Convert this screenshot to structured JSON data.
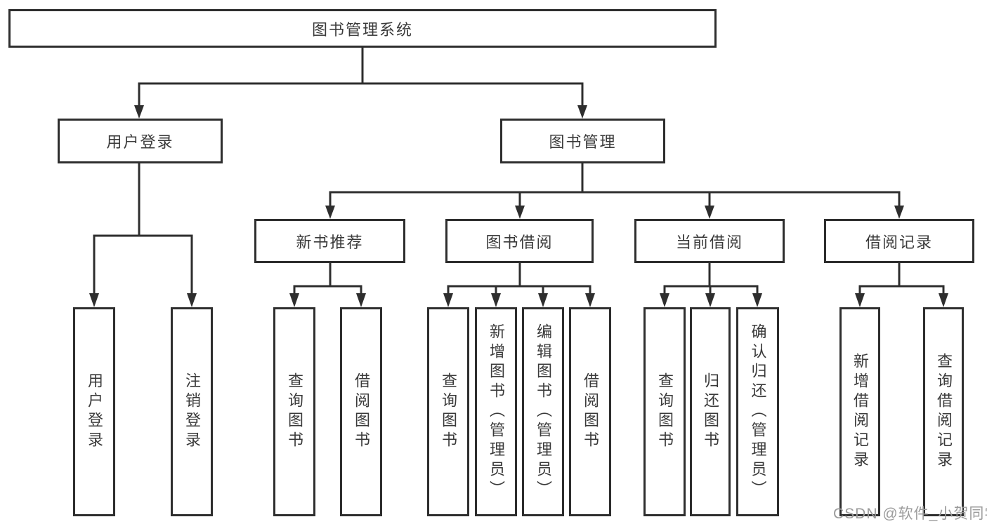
{
  "colors": {
    "line": "#2e2e2e",
    "border": "#2e2e2e",
    "text": "#3a3a3a",
    "background": "#ffffff",
    "watermark": "#9b9b9b"
  },
  "watermark": {
    "text": "CSDN @软件_小贺同学"
  },
  "tree": {
    "label": "图书管理系统",
    "children": [
      {
        "label": "用户登录",
        "children": [
          {
            "label": "用户登录"
          },
          {
            "label": "注销登录"
          }
        ]
      },
      {
        "label": "图书管理",
        "children": [
          {
            "label": "新书推荐",
            "children": [
              {
                "label": "查询图书"
              },
              {
                "label": "借阅图书"
              }
            ]
          },
          {
            "label": "图书借阅",
            "children": [
              {
                "label": "查询图书"
              },
              {
                "label": "新增图书（管理员）"
              },
              {
                "label": "编辑图书（管理员）"
              },
              {
                "label": "借阅图书"
              }
            ]
          },
          {
            "label": "当前借阅",
            "children": [
              {
                "label": "查询图书"
              },
              {
                "label": "归还图书"
              },
              {
                "label": "确认归还（管理员）"
              }
            ]
          },
          {
            "label": "借阅记录",
            "children": [
              {
                "label": "新增借阅记录"
              },
              {
                "label": "查询借阅记录"
              }
            ]
          }
        ]
      }
    ]
  }
}
